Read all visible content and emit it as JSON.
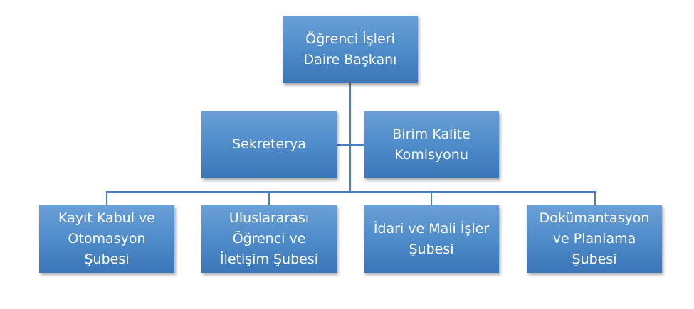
{
  "top": {
    "label": "Öğrenci İşleri Daire Başkanı"
  },
  "staff": [
    {
      "label": "Sekreterya"
    },
    {
      "label": "Birim Kalite Komisyonu"
    }
  ],
  "branches": [
    {
      "label": "Kayıt Kabul ve Otomasyon Şubesi"
    },
    {
      "label": "Uluslararası Öğrenci ve İletişim Şubesi"
    },
    {
      "label": "İdari ve Mali İşler Şubesi"
    },
    {
      "label": "Dokümantasyon ve Planlama Şubesi"
    }
  ],
  "colors": {
    "box_top": "#6a9fd6",
    "box_bottom": "#3b76b8",
    "connector": "#4a7fbf"
  }
}
